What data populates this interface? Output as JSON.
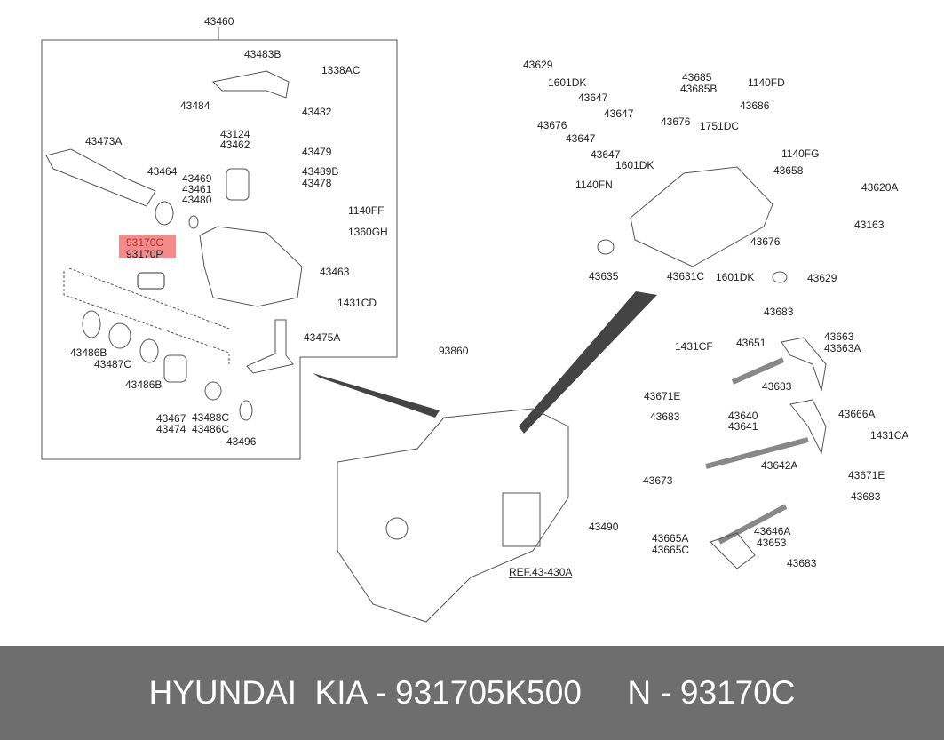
{
  "diagram": {
    "left_group": [
      "43460",
      "43483B",
      "1338AC",
      "43484",
      "43482",
      "43473A",
      "43124",
      "43462",
      "43479",
      "43464",
      "43469",
      "43461",
      "43480",
      "43489B",
      "43478",
      "1140FF",
      "1360GH",
      "43463",
      "1431CD",
      "43475A",
      "43486B",
      "43487C",
      "43486B",
      "43467",
      "43474",
      "43488C",
      "43486C",
      "43496"
    ],
    "highlighted": [
      "93170C",
      "93170P"
    ],
    "right_top": [
      "43629",
      "1601DK",
      "43647",
      "43647",
      "43676",
      "43647",
      "43647",
      "43685",
      "43685B",
      "1140FD",
      "43686",
      "43676",
      "1751DC",
      "1601DK",
      "1140FG",
      "43658",
      "43620A",
      "1140FN",
      "43163",
      "43676",
      "43635",
      "43631C",
      "1601DK",
      "43629"
    ],
    "middle": [
      "93860",
      "43490",
      "REF.43-430A"
    ],
    "right_bottom": [
      "43683",
      "1431CF",
      "43651",
      "43663",
      "43663A",
      "43683",
      "43671E",
      "43666A",
      "43683",
      "43640",
      "43641",
      "1431CA",
      "43642A",
      "43673",
      "43671E",
      "43683",
      "43646A",
      "43665A",
      "43665C",
      "43653",
      "43683"
    ],
    "highlight_color": "#f58a8a"
  },
  "footer": {
    "brand": "HYUNDAI  KIA - ",
    "part_number": "931705K500",
    "sep": "     N - ",
    "code": "93170C"
  }
}
